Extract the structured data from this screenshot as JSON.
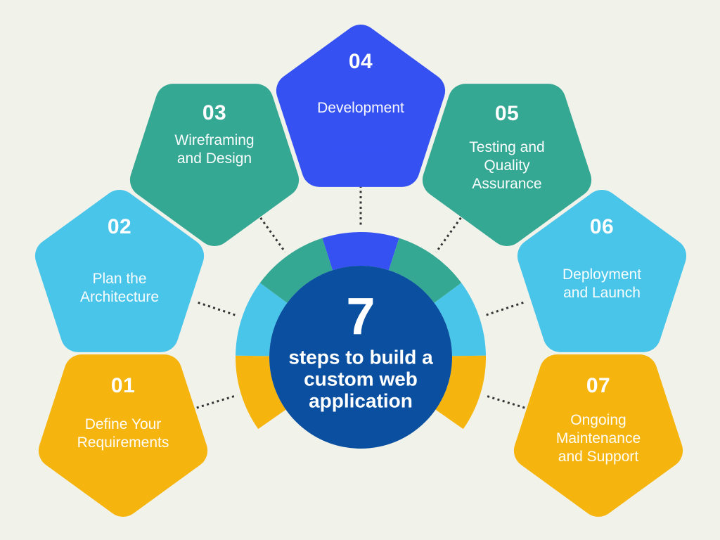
{
  "background_color": "#F1F2EA",
  "connector_color": "#333333",
  "center": {
    "number": "7",
    "title": "steps to build a\ncustom web\napplication",
    "circle_color": "#0B50A0",
    "text_color": "#FFFFFF"
  },
  "steps": [
    {
      "number": "01",
      "label": "Define Your\nRequirements",
      "color": "#F6B40E"
    },
    {
      "number": "02",
      "label": "Plan the\nArchitecture",
      "color": "#49C5E9"
    },
    {
      "number": "03",
      "label": "Wireframing\nand Design",
      "color": "#35A894"
    },
    {
      "number": "04",
      "label": "Development",
      "color": "#3551F2"
    },
    {
      "number": "05",
      "label": "Testing and\nQuality\nAssurance",
      "color": "#35A894"
    },
    {
      "number": "06",
      "label": "Deployment\nand Launch",
      "color": "#49C5E9"
    },
    {
      "number": "07",
      "label": "Ongoing\nMaintenance\nand Support",
      "color": "#F6B40E"
    }
  ]
}
